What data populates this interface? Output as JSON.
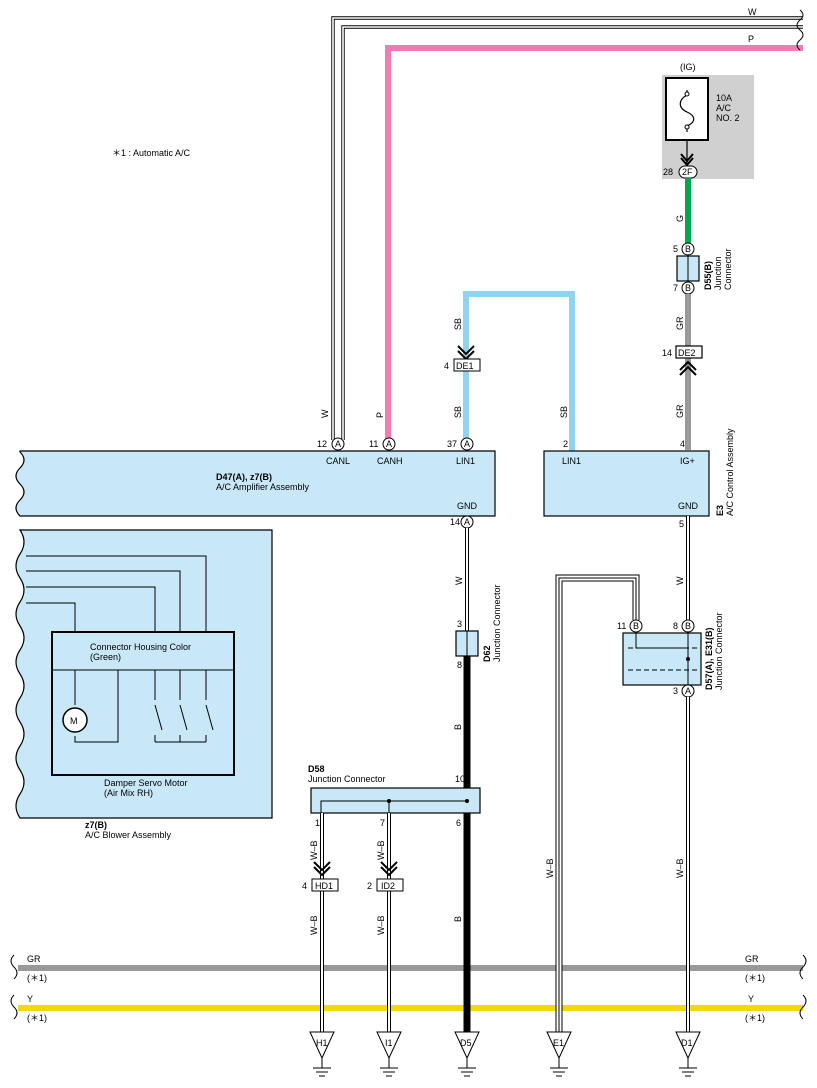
{
  "note": "＊1 : Automatic A/C",
  "wires": {
    "w": "W",
    "p": "P",
    "g": "G",
    "gr": "GR",
    "sb": "SB",
    "b": "B",
    "wb": "W–B",
    "y": "Y",
    "star1": "(＊1)"
  },
  "fuse": {
    "ig": "(IG)",
    "line1": "10A",
    "line2": "A/C",
    "line3": "NO. 2",
    "pin_num": "28",
    "pin": "2F"
  },
  "d55": {
    "id": "D55(B)",
    "name1": "Junction",
    "name2": "Connector",
    "pin_top": "5",
    "pin_bot": "7",
    "letter": "B"
  },
  "de1": {
    "pin": "4",
    "label": "DE1"
  },
  "de2": {
    "pin": "14",
    "label": "DE2"
  },
  "amp": {
    "id": "D47(A), z7(B)",
    "name": "A/C Amplifier Assembly",
    "pin_canl_num": "12",
    "pin_canh_num": "11",
    "pin_lin1_num": "37",
    "pin_gnd_num": "14",
    "letter": "A",
    "canl": "CANL",
    "canh": "CANH",
    "lin1": "LIN1",
    "gnd": "GND"
  },
  "e3": {
    "id": "E3",
    "name": "A/C Control Assembly",
    "pin_lin1_num": "2",
    "pin_ig_num": "4",
    "pin_gnd_num": "5",
    "lin1": "LIN1",
    "ig": "IG+",
    "gnd": "GND"
  },
  "blower": {
    "housing1": "Connector Housing Color",
    "housing2": "(Green)",
    "motor": "M",
    "servo1": "Damper Servo Motor",
    "servo2": "(Air Mix RH)",
    "id": "z7(B)",
    "name": "A/C Blower Assembly"
  },
  "d62": {
    "id": "D62",
    "name": "Junction Connector",
    "pin_top": "3",
    "pin_bot": "8"
  },
  "d57": {
    "id": "D57(A), E31(B)",
    "name": "Junction Connector",
    "pin_left": "11",
    "pin_right": "8",
    "pin_bot": "3",
    "letter_b": "B",
    "letter_a": "A"
  },
  "d58": {
    "id": "D58",
    "name": "Junction Connector",
    "pin_1": "1",
    "pin_7": "7",
    "pin_10": "10",
    "pin_6": "6"
  },
  "hd1": {
    "pin": "4",
    "label": "HD1"
  },
  "id2": {
    "pin": "2",
    "label": "ID2"
  },
  "grounds": {
    "h1": "H1",
    "i1": "I1",
    "d5": "D5",
    "e1": "E1",
    "d1": "D1"
  },
  "colors": {
    "pink": "#f07cb4",
    "green": "#00a650",
    "gray": "#999999",
    "skyblue": "#8fd3f0",
    "yellow": "#f5d800",
    "black": "#000000",
    "box": "#c8e8f8",
    "fusebg": "#d0d0d0"
  }
}
